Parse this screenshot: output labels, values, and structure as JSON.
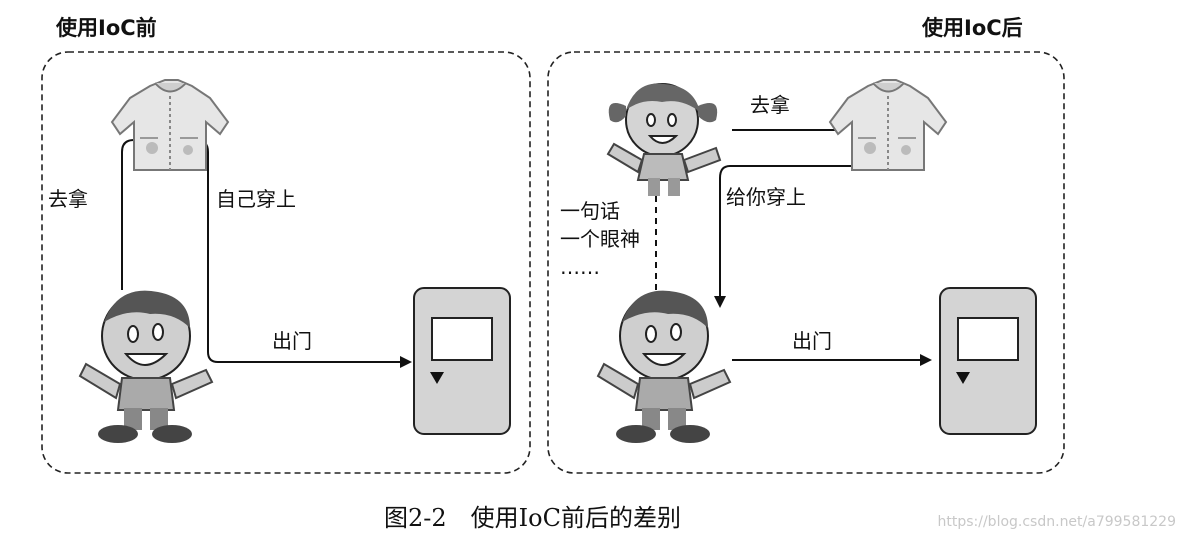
{
  "panels": {
    "before": {
      "title": "使用IoC前",
      "go_take": "去拿",
      "put_on_self": "自己穿上",
      "go_out": "出门"
    },
    "after": {
      "title": "使用IoC后",
      "go_take": "去拿",
      "put_on_you": "给你穿上",
      "one_word": "一句话",
      "one_look": "一个眼神",
      "ellipsis": "……",
      "go_out": "出门"
    }
  },
  "caption": "图2-2　使用IoC前后的差别",
  "watermark": "https://blog.csdn.net/a799581229",
  "icons": [
    "jacket-icon",
    "boy-icon",
    "girl-icon",
    "door-icon"
  ]
}
